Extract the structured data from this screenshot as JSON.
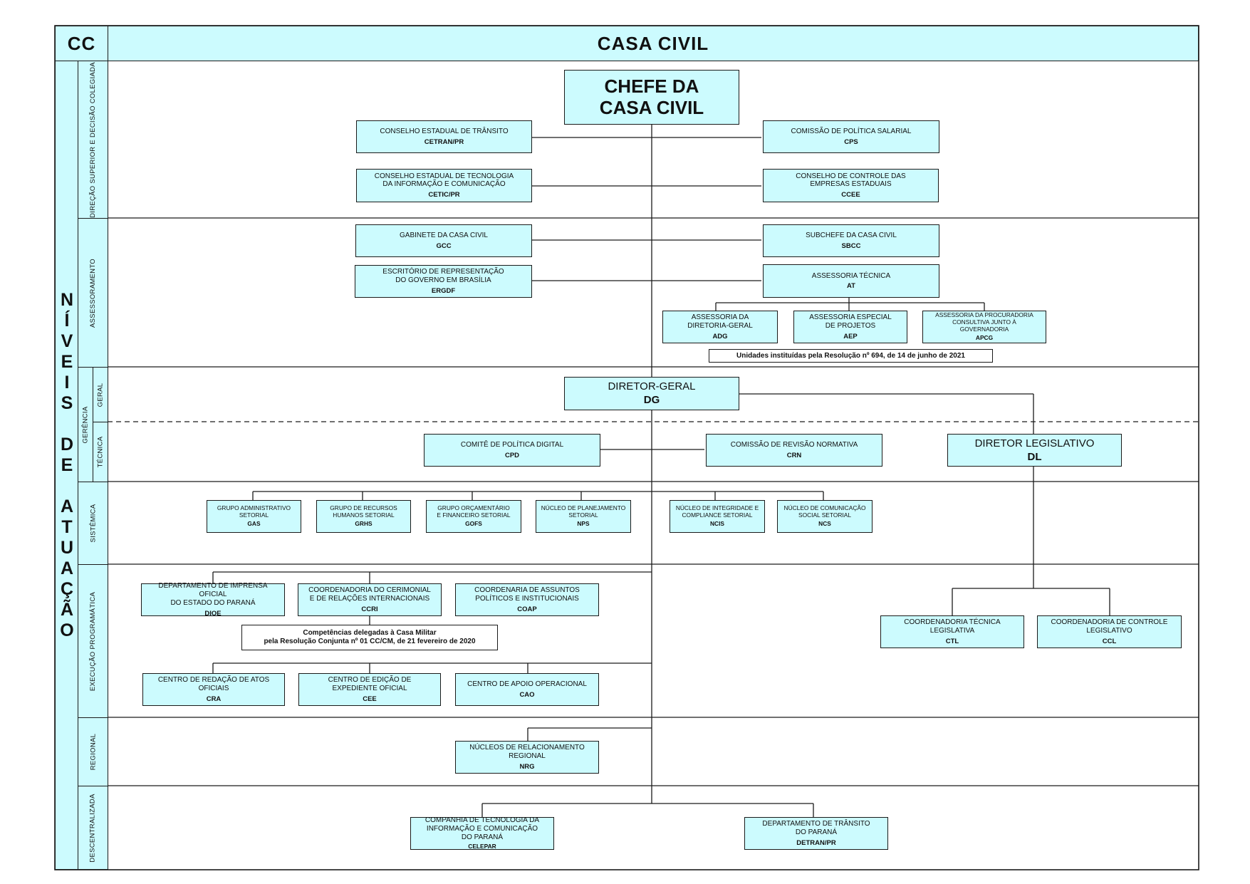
{
  "header": {
    "code": "CC",
    "title": "CASA CIVIL"
  },
  "side_title": "NÍVEIS DE ATUAÇÃO",
  "levels": {
    "direcao": "DIREÇÃO SUPERIOR E DECISÃO COLEGIADA",
    "assessoramento": "ASSESSORAMENTO",
    "gerencia": "GERÊNCIA",
    "geral": "GERAL",
    "tecnica": "TÉCNICA",
    "sistemica": "SISTÊMICA",
    "execucao": "EXECUÇÃO PROGRAMÁTICA",
    "regional": "REGIONAL",
    "descentralizada": "DESCENTRALIZADA"
  },
  "units": {
    "chefe": {
      "name": "CHEFE DA\nCASA CIVIL"
    },
    "cetran": {
      "name": "CONSELHO ESTADUAL DE TRÂNSITO",
      "abbr": "CETRAN/PR"
    },
    "cps": {
      "name": "COMISSÃO DE POLÍTICA SALARIAL",
      "abbr": "CPS"
    },
    "cetic": {
      "name": "CONSELHO ESTADUAL DE TECNOLOGIA\nDA INFORMAÇÃO E COMUNICAÇÃO",
      "abbr": "CETIC/PR"
    },
    "ccee": {
      "name": "CONSELHO DE CONTROLE DAS\nEMPRESAS ESTADUAIS",
      "abbr": "CCEE"
    },
    "gcc": {
      "name": "GABINETE DA CASA CIVIL",
      "abbr": "GCC"
    },
    "sbcc": {
      "name": "SUBCHEFE DA CASA CIVIL",
      "abbr": "SBCC"
    },
    "ergdf": {
      "name": "ESCRITÓRIO DE REPRESENTAÇÃO\nDO GOVERNO EM BRASÍLIA",
      "abbr": "ERGDF"
    },
    "at": {
      "name": "ASSESSORIA TÉCNICA",
      "abbr": "AT"
    },
    "adg": {
      "name": "ASSESSORIA DA\nDIRETORIA-GERAL",
      "abbr": "ADG"
    },
    "aep": {
      "name": "ASSESSORIA ESPECIAL\nDE PROJETOS",
      "abbr": "AEP"
    },
    "apcg": {
      "name": "ASSESSORIA DA PROCURADORIA\nCONSULTIVA JUNTO À\nGOVERNADORIA",
      "abbr": "APCG"
    },
    "dg": {
      "name": "DIRETOR-GERAL",
      "abbr": "DG"
    },
    "cpd": {
      "name": "COMITÊ DE POLÍTICA DIGITAL",
      "abbr": "CPD"
    },
    "crn": {
      "name": "COMISSÃO DE REVISÃO NORMATIVA",
      "abbr": "CRN"
    },
    "dl": {
      "name": "DIRETOR LEGISLATIVO",
      "abbr": "DL"
    },
    "gas": {
      "name": "GRUPO ADMINISTRATIVO\nSETORIAL",
      "abbr": "GAS"
    },
    "grhs": {
      "name": "GRUPO DE RECURSOS\nHUMANOS SETORIAL",
      "abbr": "GRHS"
    },
    "gofs": {
      "name": "GRUPO ORÇAMENTÁRIO\nE FINANCEIRO SETORIAL",
      "abbr": "GOFS"
    },
    "nps": {
      "name": "NÚCLEO DE PLANEJAMENTO\nSETORIAL",
      "abbr": "NPS"
    },
    "ncis": {
      "name": "NÚCLEO DE INTEGRIDADE E\nCOMPLIANCE SETORIAL",
      "abbr": "NCIS"
    },
    "ncs": {
      "name": "NÚCLEO DE COMUNICAÇÃO\nSOCIAL SETORIAL",
      "abbr": "NCS"
    },
    "dioe": {
      "name": "DEPARTAMENTO DE IMPRENSA OFICIAL\nDO ESTADO DO PARANÁ",
      "abbr": "DIOE"
    },
    "ccri": {
      "name": "COORDENADORIA DO CERIMONIAL\nE DE RELAÇÕES INTERNACIONAIS",
      "abbr": "CCRI"
    },
    "coap": {
      "name": "COORDENARIA DE ASSUNTOS\nPOLÍTICOS E INSTITUCIONAIS",
      "abbr": "COAP"
    },
    "cra": {
      "name": "CENTRO DE REDAÇÃO DE ATOS\nOFICIAIS",
      "abbr": "CRA"
    },
    "cee": {
      "name": "CENTRO DE EDIÇÃO DE\nEXPEDIENTE OFICIAL",
      "abbr": "CEE"
    },
    "cao": {
      "name": "CENTRO DE APOIO OPERACIONAL",
      "abbr": "CAO"
    },
    "ctl": {
      "name": "COORDENADORIA TÉCNICA\nLEGISLATIVA",
      "abbr": "CTL"
    },
    "ccl": {
      "name": "COORDENADORIA DE CONTROLE\nLEGISLATIVO",
      "abbr": "CCL"
    },
    "nrg": {
      "name": "NÚCLEOS DE RELACIONAMENTO\nREGIONAL",
      "abbr": "NRG"
    },
    "celepar": {
      "name": "COMPANHIA DE TECNOLOGIA DA\nINFORMAÇÃO E COMUNICAÇÃO\nDO PARANÁ",
      "abbr": "CELEPAR"
    },
    "detran": {
      "name": "DEPARTAMENTO DE TRÂNSITO\nDO PARANÁ",
      "abbr": "DETRAN/PR"
    }
  },
  "notes": {
    "resolucao": "Unidades instituídas pela Resolução nº 694, de 14 de junho de 2021",
    "militar_1": "Competências delegadas à Casa Militar",
    "militar_2": "pela Resolução Conjunta nº 01 CC/CM, de 21 fevereiro de 2020"
  },
  "colors": {
    "fill": "#ccfbfe",
    "line": "#1a1a1a"
  }
}
